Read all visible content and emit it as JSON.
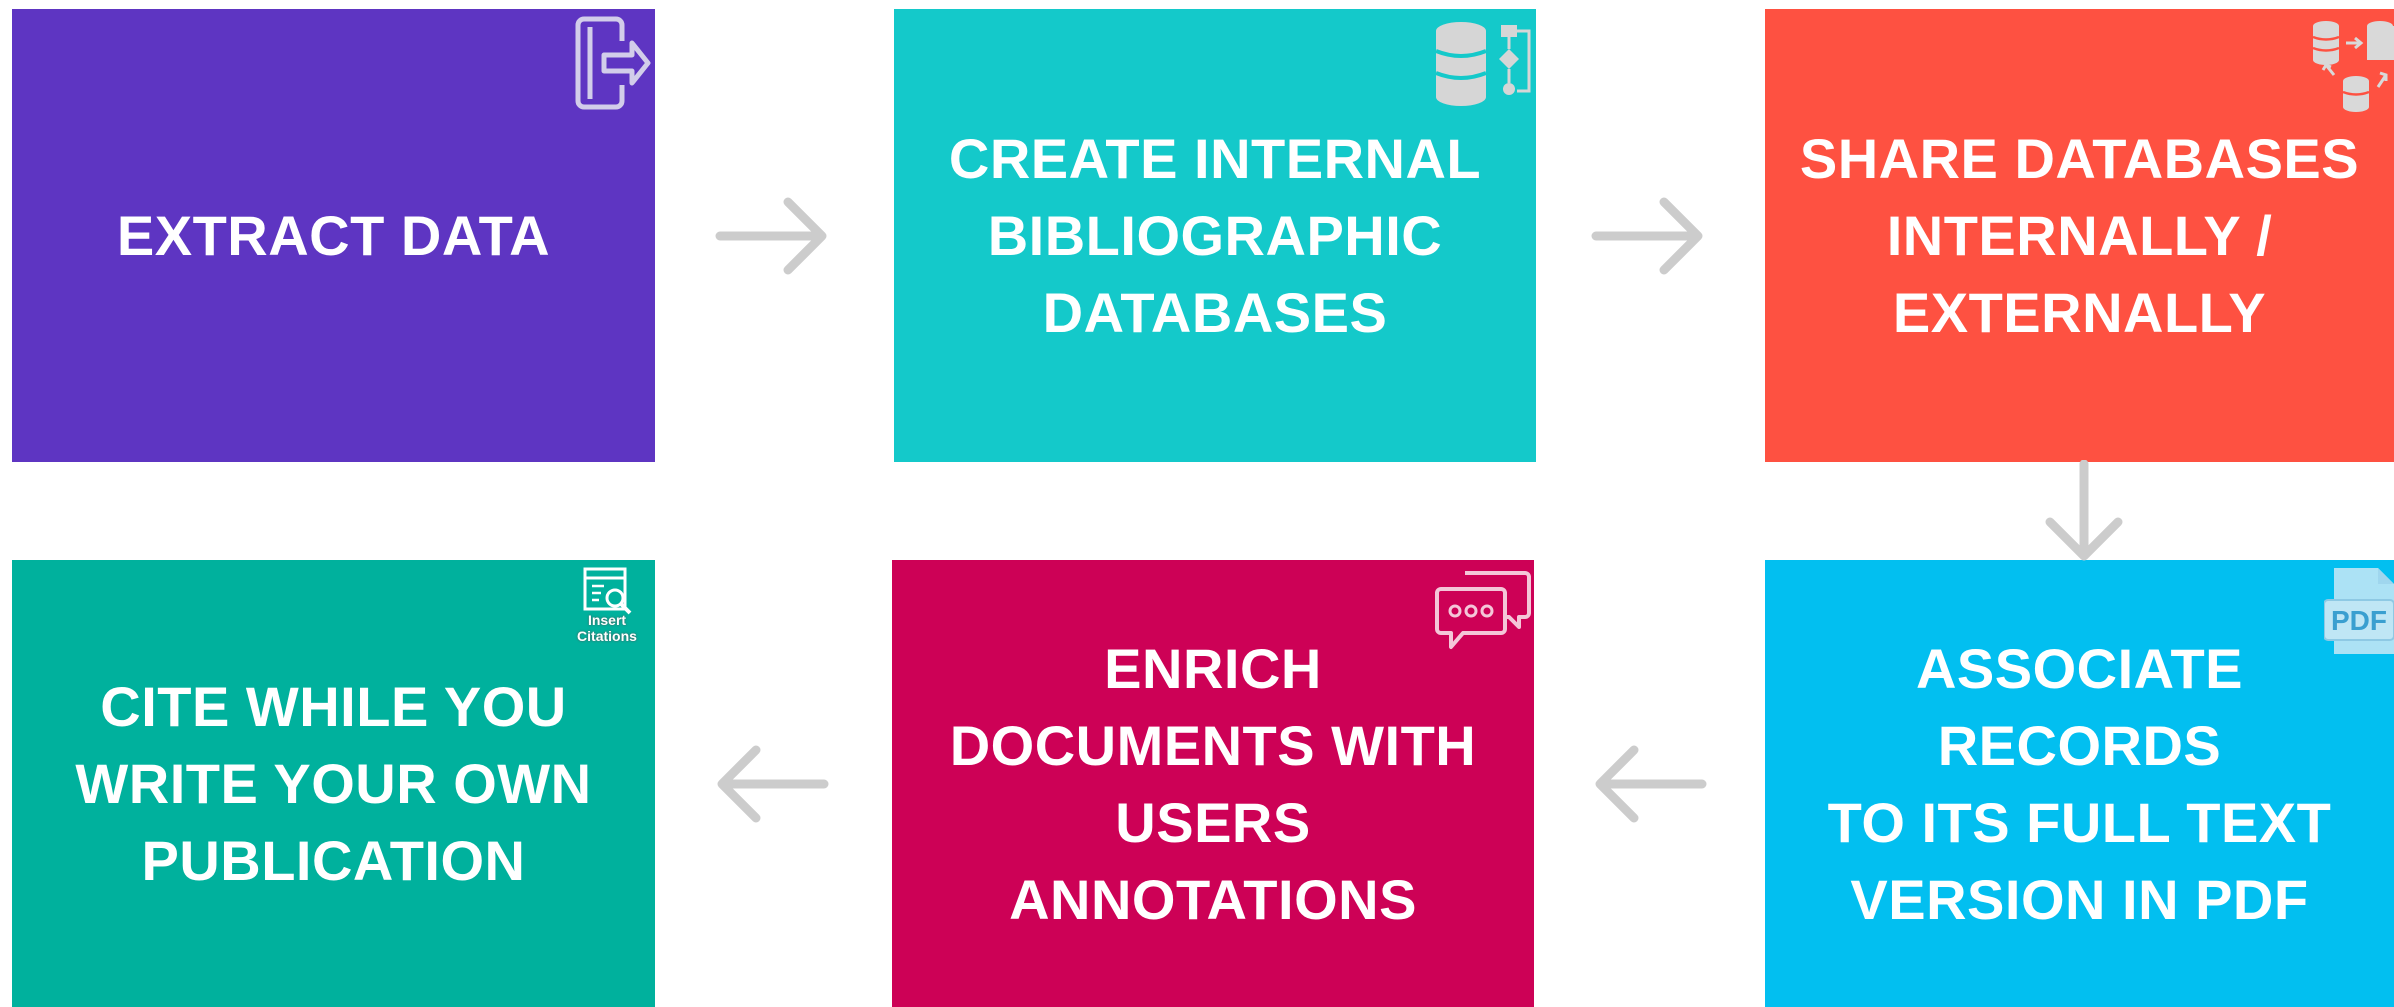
{
  "steps": [
    {
      "label": "EXTRACT DATA",
      "color": "#5e35c2",
      "icon": "export-icon"
    },
    {
      "label": "CREATE INTERNAL\nBIBLIOGRAPHIC\nDATABASES",
      "color": "#14c9ca",
      "icon": "database-flowchart-icon"
    },
    {
      "label": "SHARE DATABASES\nINTERNALLY /\nEXTERNALLY",
      "color": "#fe5141",
      "icon": "database-sync-icon"
    },
    {
      "label": "ASSOCIATE RECORDS\nTO ITS FULL TEXT\nVERSION IN PDF",
      "color": "#02bff0",
      "icon": "pdf-file-icon"
    },
    {
      "label": "ENRICH\nDOCUMENTS WITH\nUSERS ANNOTATIONS",
      "color": "#cd0156",
      "icon": "chat-bubbles-icon"
    },
    {
      "label": "CITE WHILE YOU\nWRITE YOUR OWN\nPUBLICATION",
      "color": "#00b19d",
      "icon": "insert-citations-icon",
      "icon_caption": "Insert\nCitations"
    }
  ],
  "arrow_color": "#cccccc"
}
